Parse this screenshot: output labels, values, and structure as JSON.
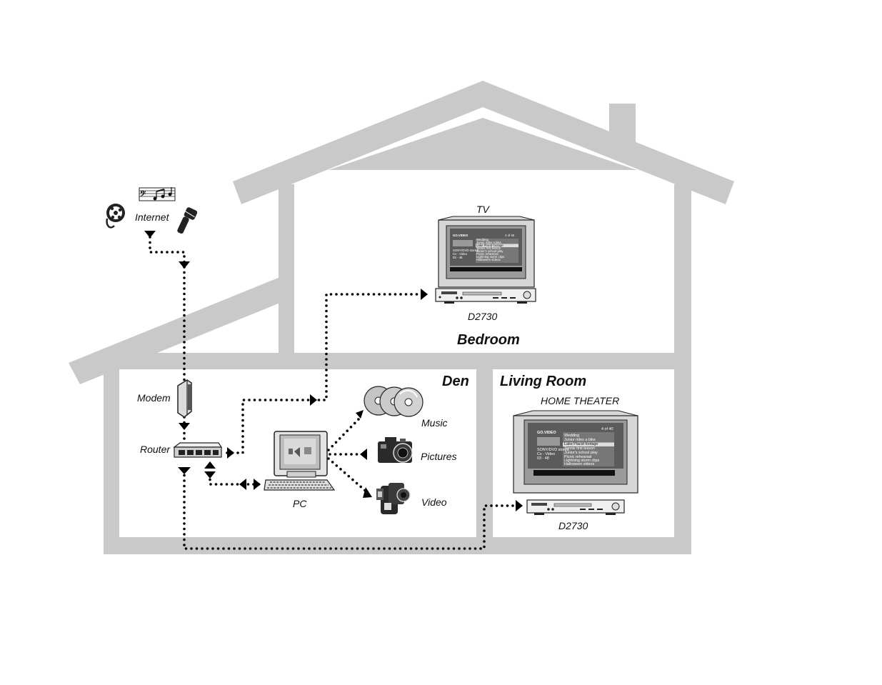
{
  "rooms": {
    "bedroom": "Bedroom",
    "den": "Den",
    "living_room": "Living Room"
  },
  "devices": {
    "internet": "Internet",
    "modem": "Modem",
    "router": "Router",
    "pc": "PC",
    "music": "Music",
    "pictures": "Pictures",
    "video": "Video",
    "tv": "TV",
    "home_theater": "HOME THEATER",
    "bedroom_player": "D2730",
    "living_player": "D2730"
  },
  "screen_menu": {
    "brand": "GO.VIDEO",
    "items": [
      "Wedding",
      "Junior rides a bike",
      "Lake Placid footage",
      "Tennis first lesson",
      "Junior's school play",
      "Picnic rehearsal",
      "Lightning storm clips",
      "Halloween videos"
    ],
    "selected_index": 2,
    "side_text": [
      "SONY/DVD stored",
      "Cx - Video",
      "03 - 48"
    ],
    "counter": "4 of 40"
  },
  "colors": {
    "wall": "#c9c9c9",
    "room_bg": "#ffffff",
    "connection": "#000000",
    "screen_bg": "#5b5b5b"
  },
  "icons": [
    "film-reel-icon",
    "music-notes-icon",
    "microphone-icon",
    "modem-icon",
    "router-icon",
    "pc-icon",
    "cd-icon",
    "camera-icon",
    "camcorder-icon",
    "tv-icon",
    "dvd-player-icon"
  ]
}
